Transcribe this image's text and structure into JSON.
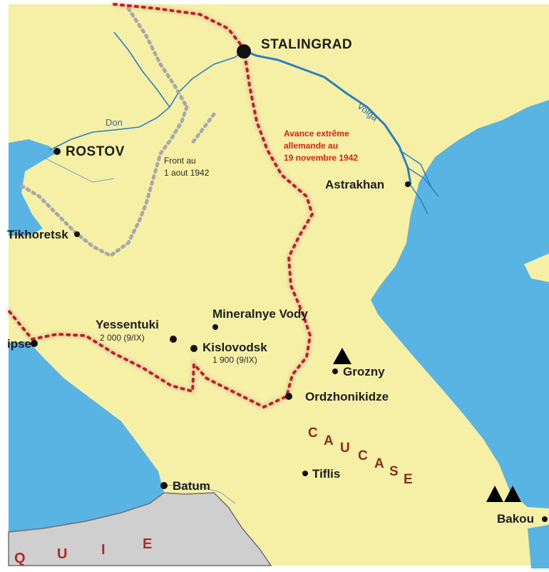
{
  "cities": [
    {
      "id": "stalingrad",
      "name": "STALINGRAD"
    },
    {
      "id": "rostov",
      "name": "ROSTOV"
    },
    {
      "id": "astrakhan",
      "name": "Astrakhan"
    },
    {
      "id": "tikhoretsk",
      "name": "Tikhoretsk"
    },
    {
      "id": "yessentuki",
      "name": "Yessentuki",
      "note": "2 000 (9/IX)"
    },
    {
      "id": "mineralnye-vody",
      "name": "Mineralnye Vody"
    },
    {
      "id": "kislovodsk",
      "name": "Kislovodsk",
      "note": "1 900 (9/IX)"
    },
    {
      "id": "grozny",
      "name": "Grozny"
    },
    {
      "id": "ordzhonikidze",
      "name": "Ordzhonikidze"
    },
    {
      "id": "tiflis",
      "name": "Tiflis"
    },
    {
      "id": "batum",
      "name": "Batum"
    },
    {
      "id": "bakou",
      "name": "Bakou"
    },
    {
      "id": "tuapse",
      "name": "ipse"
    }
  ],
  "rivers": {
    "don": "Don",
    "volga": "Volga"
  },
  "annotations": {
    "front_line1": "Front au",
    "front_line2": "1 aout 1942",
    "advance_line1": "Avance extrême",
    "advance_line2": "allemande au",
    "advance_line3": "19 novembre 1942"
  },
  "region": "CAUCASE",
  "turkey_letters": [
    "Q",
    "U",
    "I",
    "E"
  ],
  "legend_icons": [
    "oil-field-icon",
    "oil-field-icon",
    "oil-field-icon"
  ],
  "colors": {
    "land": "#f6f0a6",
    "sea": "#5ab4e3",
    "turkey": "#cfcfcf",
    "front_red": "#c21f1f",
    "front_gray": "#a9a9a9",
    "river": "#2a7fc0"
  }
}
